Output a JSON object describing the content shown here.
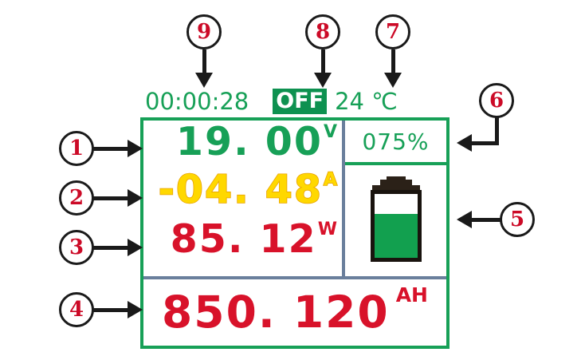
{
  "display": {
    "status_bar": {
      "timer": "00:00:28",
      "power_state": "OFF",
      "temperature": "24 ℃"
    },
    "readings": [
      {
        "id": "voltage",
        "value": "19. 00",
        "unit": "V",
        "color": "#17a057"
      },
      {
        "id": "current",
        "value": "-04. 48",
        "unit": "A",
        "color": "#ffd800"
      },
      {
        "id": "power",
        "value": "85. 12",
        "unit": "W",
        "color": "#d8122a"
      }
    ],
    "battery": {
      "percent": "075%",
      "fill_level": 68
    },
    "capacity": {
      "value": "850. 120",
      "unit": "AH"
    },
    "colors": {
      "green": "#17a057",
      "red": "#d8122a",
      "yellow": "#ffd800",
      "yellow_outline": "#e8a200",
      "divider_slate": "#6a7f9c",
      "badge_green": "#0e9150",
      "battery_dark": "#2b2118"
    }
  },
  "callouts": [
    {
      "id": "1",
      "label": "1",
      "target": "voltage-reading"
    },
    {
      "id": "2",
      "label": "2",
      "target": "current-reading"
    },
    {
      "id": "3",
      "label": "3",
      "target": "power-reading"
    },
    {
      "id": "4",
      "label": "4",
      "target": "capacity-reading"
    },
    {
      "id": "5",
      "label": "5",
      "target": "battery-icon"
    },
    {
      "id": "6",
      "label": "6",
      "target": "percent-value"
    },
    {
      "id": "7",
      "label": "7",
      "target": "temperature-value"
    },
    {
      "id": "8",
      "label": "8",
      "target": "power-state-badge"
    },
    {
      "id": "9",
      "label": "9",
      "target": "timer-value"
    }
  ]
}
